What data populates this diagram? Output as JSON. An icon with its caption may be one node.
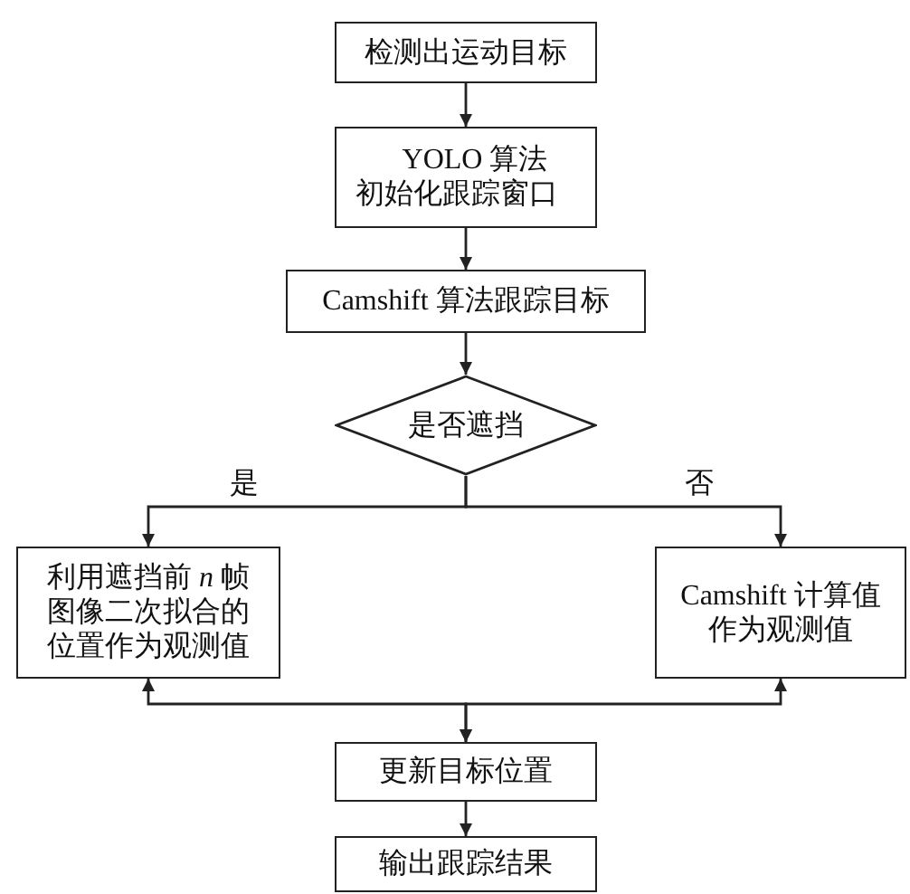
{
  "diagram": {
    "nodes": [
      {
        "text": [
          "检测出运动目标"
        ]
      },
      {
        "text": [
          "YOLO 算法初始化跟踪窗口"
        ]
      },
      {
        "text": [
          "Camshift 算法跟踪目标"
        ]
      },
      {
        "text": [
          "是否遮挡"
        ]
      },
      {
        "text": [
          "利用遮挡前 *n* 帧图像二次拟合的位置作为观测值"
        ]
      },
      {
        "text": [
          "Camshift 计算值作为观测值"
        ]
      },
      {
        "text": [
          "更新目标位置"
        ]
      },
      {
        "text": [
          "输出跟踪结果"
        ]
      }
    ],
    "edges": [
      {
        "from": 0,
        "to": 1,
        "arrow": "to"
      },
      {
        "from": 1,
        "to": 2,
        "arrow": "to"
      },
      {
        "from": 2,
        "to": 3,
        "arrow": "to"
      },
      {
        "from": 3,
        "to": 4,
        "arrow": "to",
        "label": "是"
      },
      {
        "from": 3,
        "to": 5,
        "arrow": "to",
        "label": "否"
      },
      {
        "from": 4,
        "to": 6,
        "arrow": "both"
      },
      {
        "from": 5,
        "to": 6,
        "arrow": "both"
      },
      {
        "from": 6,
        "to": 7,
        "arrow": "to"
      }
    ]
  }
}
